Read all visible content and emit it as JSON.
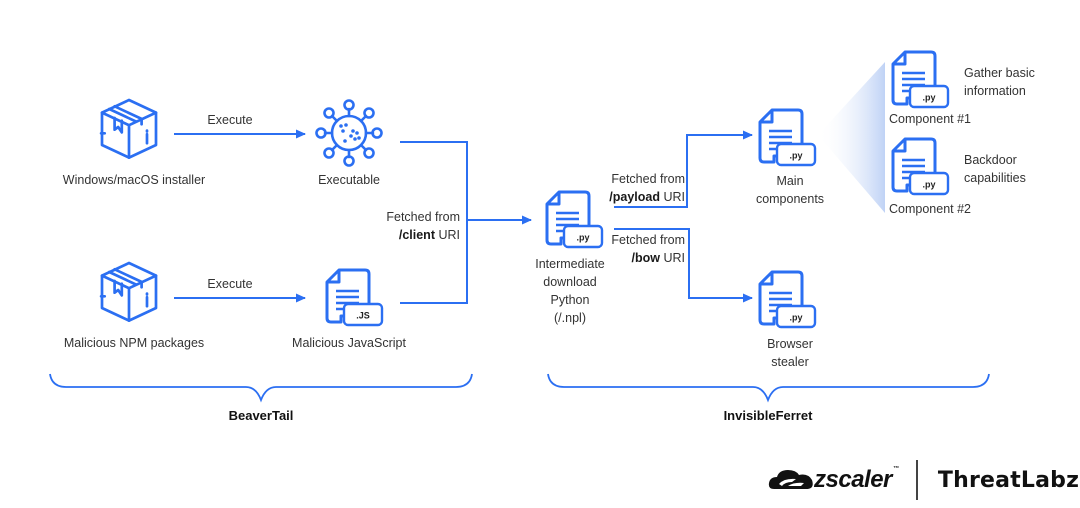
{
  "colors": {
    "accent": "#2B6FF2",
    "text": "#333333",
    "fan": "#c9d8f7"
  },
  "nodes": {
    "installer": {
      "label": "Windows/macOS installer",
      "icon": "package-box-icon"
    },
    "executable": {
      "label": "Executable",
      "icon": "virus-icon"
    },
    "npm": {
      "label": "Malicious NPM packages",
      "icon": "package-box-icon"
    },
    "malicious_js": {
      "label": "Malicious JavaScript",
      "icon": "file-icon",
      "badge": ".JS"
    },
    "intermediate": {
      "label_lines": [
        "Intermediate",
        "download",
        "Python",
        "(/.npl)"
      ],
      "icon": "file-icon",
      "badge": ".py"
    },
    "main_components": {
      "label_lines": [
        "Main",
        "components"
      ],
      "icon": "file-icon",
      "badge": ".py"
    },
    "browser_stealer": {
      "label_lines": [
        "Browser",
        "stealer"
      ],
      "icon": "file-icon",
      "badge": ".py"
    },
    "component1": {
      "label": "Component #1",
      "description_lines": [
        "Gather basic",
        "information"
      ],
      "icon": "file-icon",
      "badge": ".py"
    },
    "component2": {
      "label": "Component #2",
      "description_lines": [
        "Backdoor",
        "capabilities"
      ],
      "icon": "file-icon",
      "badge": ".py"
    }
  },
  "edges": {
    "execute_top": {
      "label": "Execute"
    },
    "execute_bottom": {
      "label": "Execute"
    },
    "client": {
      "prefix": "Fetched from",
      "uri": "/client",
      "suffix": "URI"
    },
    "payload": {
      "prefix": "Fetched from",
      "uri": "/payload",
      "suffix": "URI"
    },
    "bow": {
      "prefix": "Fetched from",
      "uri": "/bow",
      "suffix": "URI"
    }
  },
  "groups": [
    {
      "name": "BeaverTail"
    },
    {
      "name": "InvisibleFerret"
    }
  ],
  "branding": {
    "company": "zscaler",
    "trademark": "™",
    "lab": "ThreatLabz"
  }
}
